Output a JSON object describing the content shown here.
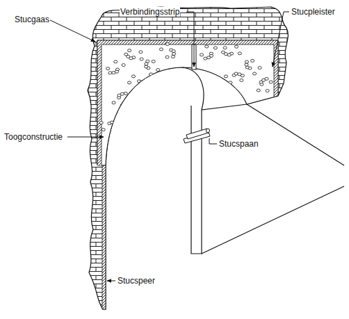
{
  "diagram": {
    "labels": [
      "Verbindingsstrip",
      "Stucgaas",
      "Stucpleister",
      "Toogconstructie",
      "Stucspaan",
      "Stucspeer"
    ]
  }
}
